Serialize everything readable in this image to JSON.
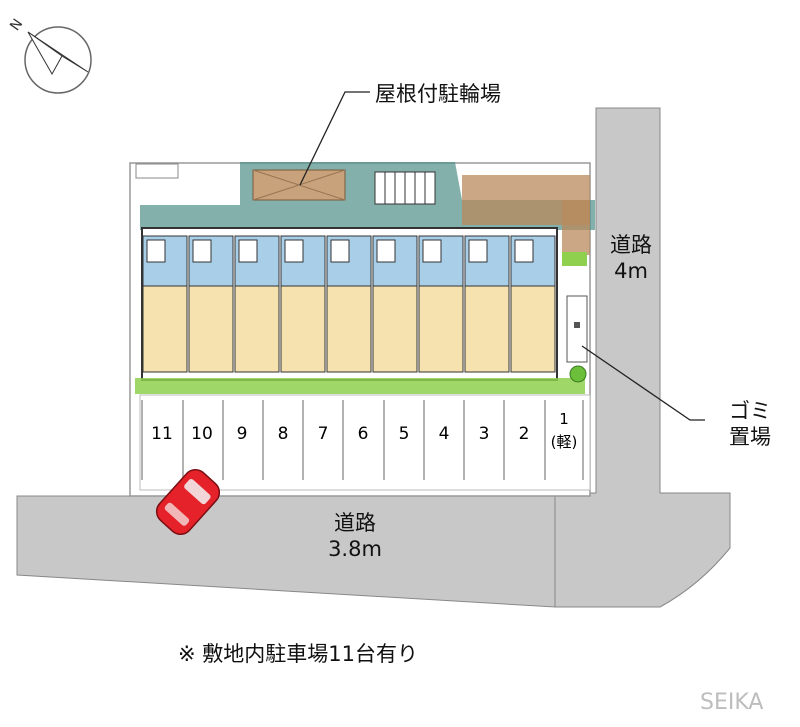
{
  "labels": {
    "bike_shed": "屋根付駐輪場",
    "east_road": "道路",
    "east_road_width": "4m",
    "south_road": "道路",
    "south_road_width": "3.8m",
    "garbage_1": "ゴミ",
    "garbage_2": "置場",
    "note": "※ 敷地内駐車場11台有り",
    "watermark": "SEIKA"
  },
  "parking": {
    "slots": [
      "11",
      "10",
      "9",
      "8",
      "7",
      "6",
      "5",
      "4",
      "3",
      "2"
    ],
    "light_slot": "1",
    "light_slot_note": "(軽)"
  },
  "colors": {
    "road": "#c8c8c8",
    "building_grey": "#d9d9d9",
    "teal": "#4f8f86",
    "light_blue": "#a9cfe8",
    "room_yellow": "#f6e2ae",
    "green": "#8fd04f",
    "car_red": "#e5222a"
  }
}
